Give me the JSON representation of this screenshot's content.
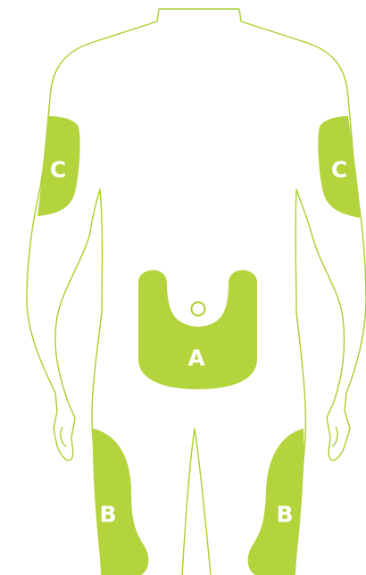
{
  "colors": {
    "outline": "#a9cf2e",
    "zone_fill": "#b3d43c",
    "label": "#ffffff",
    "background": "#ffffff"
  },
  "zones": {
    "abdomen": {
      "label": "A"
    },
    "left_thigh": {
      "label": "B"
    },
    "right_thigh": {
      "label": "B"
    },
    "left_arm": {
      "label": "C"
    },
    "right_arm": {
      "label": "C"
    }
  }
}
